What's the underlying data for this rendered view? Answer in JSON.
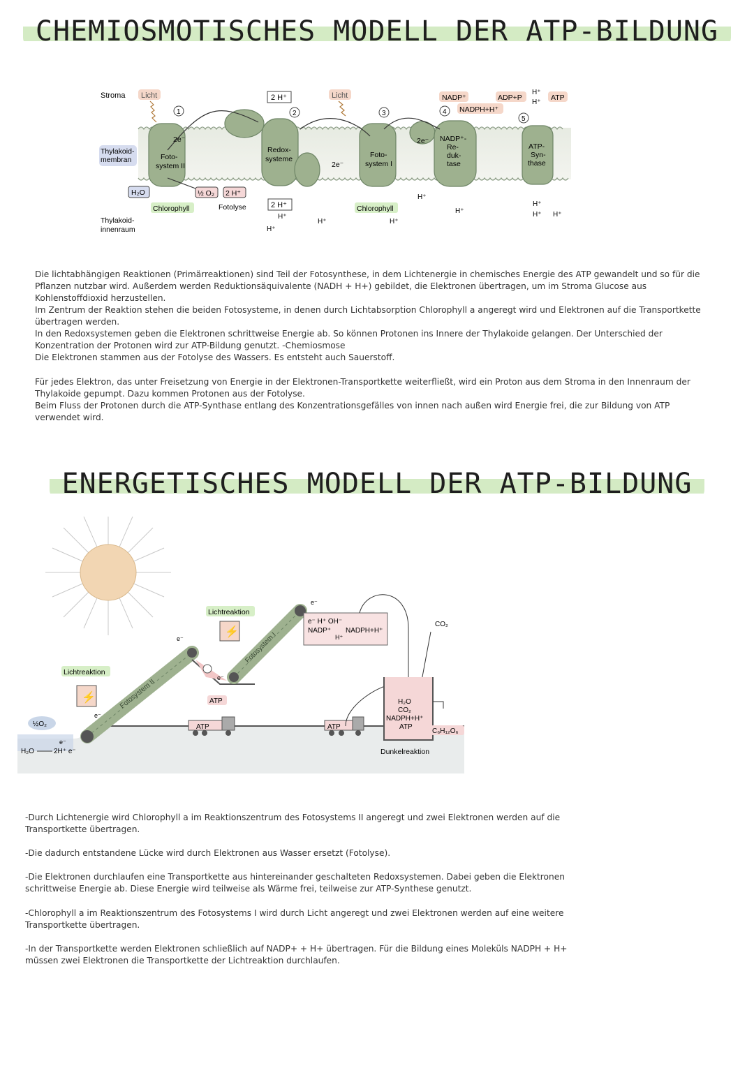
{
  "section1": {
    "title": "CHEMIOSMOTISCHES MODELL DER ATP-BILDUNG",
    "diagram": {
      "stroma": "Stroma",
      "licht1": "Licht",
      "licht2": "Licht",
      "num1": "1",
      "num2": "2",
      "num3": "3",
      "num4": "4",
      "num5": "5",
      "thylakoidmembran": [
        "Thylakoid-",
        "membran"
      ],
      "thylakoidinnenraum": [
        "Thylakoid-",
        "innenraum"
      ],
      "two_e_1": "2e⁻",
      "two_e_2": "2e⁻",
      "two_e_3": "2e⁻",
      "fotosystem2": [
        "Foto-",
        "system II"
      ],
      "fotosystem1": [
        "Foto-",
        "system I"
      ],
      "redoxsysteme": [
        "Redox-",
        "systeme"
      ],
      "nadp_reduktase": [
        "NADP⁺-",
        "Re-",
        "duk-",
        "tase"
      ],
      "atp_synthase": [
        "ATP-",
        "Syn-",
        "thase"
      ],
      "h2o": "H₂O",
      "half_o2": "½ O₂",
      "two_h_fot": "2 H⁺",
      "fotolyse": "Fotolyse",
      "chlorophyll1": "Chlorophyll",
      "chlorophyll2": "Chlorophyll",
      "two_h_top": "2 H⁺",
      "two_h_bottom": "2 H⁺",
      "h_plus": "H⁺",
      "nadp": "NADP⁺",
      "nadph": "NADPH+H⁺",
      "adp_p": "ADP+P",
      "atp": "ATP"
    },
    "paragraphs": [
      "Die lichtabhängigen Reaktionen (Primärreaktionen) sind Teil der Fotosynthese, in dem Lichtenergie in chemisches Energie des ATP gewandelt und so für die Pflanzen nutzbar wird. Außerdem werden Reduktionsäquivalente (NADH + H+) gebildet, die Elektronen übertragen, um im Stroma Glucose aus Kohlenstoffdioxid herzustellen.",
      "Im Zentrum der Reaktion stehen die beiden Fotosysteme, in denen durch Lichtabsorption Chlorophyll a angeregt wird und Elektronen auf die Transportkette übertragen werden.",
      "In den Redoxsystemen geben die Elektronen schrittweise Energie ab. So können Protonen ins Innere der Thylakoide gelangen. Der Unterschied der Konzentration der Protonen wird zur ATP-Bildung genutzt. -Chemiosmose",
      "Die Elektronen stammen aus der Fotolyse des Wassers. Es entsteht auch Sauerstoff.",
      "Für jedes Elektron, das unter Freisetzung von Energie in der Elektronen-Transportkette weiterfließt, wird ein Proton aus dem Stroma in den Innenraum der Thylakoide gepumpt. Dazu kommen Protonen aus der Fotolyse.",
      "Beim Fluss der Protonen durch die ATP-Synthase entlang des Konzentrationsgefälles von innen nach außen wird Energie frei, die zur Bildung von ATP verwendet wird."
    ]
  },
  "section2": {
    "title": "ENERGETISCHES MODELL DER ATP-BILDUNG",
    "diagram": {
      "lichtreaktion_left": "Lichtreaktion",
      "lichtreaktion_top": "Lichtreaktion",
      "fotosystem2": "Fotosystem II",
      "fotosystem1": "Fotosystem I",
      "half_o2": "½O₂",
      "h2o": "H₂O",
      "two_h_e": "2H⁺ e⁻",
      "e_minus": "e⁻",
      "atp_small": "ATP",
      "atp_truck1": "ATP",
      "atp_truck2": "ATP",
      "nadp_box_line1": "e⁻ H⁺ OH⁻",
      "nadp_box_nadp": "NADP⁺",
      "nadp_box_h": "H⁺",
      "nadp_box_nadph": "NADPH+H⁺",
      "co2": "CO₂",
      "tank_lines": [
        "H₂O",
        "CO₂",
        "NADPH+H⁺",
        "ATP"
      ],
      "glucose": "C₆H₁₂O₆",
      "dunkelreaktion": "Dunkelreaktion"
    },
    "bullets": [
      "-Durch Lichtenergie wird Chlorophyll a im Reaktionszentrum des Fotosystems II angeregt und zwei Elektronen werden auf die Transportkette übertragen.",
      "-Die dadurch entstandene Lücke wird durch Elektronen aus Wasser ersetzt (Fotolyse).",
      "-Die Elektronen durchlaufen eine Transportkette aus hintereinander geschalteten Redoxsystemen. Dabei geben die Elektronen schrittweise Energie ab. Diese Energie wird teilweise als Wärme frei, teilweise zur ATP-Synthese genutzt.",
      "-Chlorophyll a im Reaktionszentrum des Fotosystems I wird durch Licht angeregt und zwei Elektronen werden auf eine weitere Transportkette übertragen.",
      "-In der Transportkette werden Elektronen schließlich auf NADP+ + H+ übertragen. Für die Bildung eines Moleküls NADPH + H+ müssen zwei Elektronen die Transportkette der Lichtreaktion durchlaufen."
    ]
  }
}
